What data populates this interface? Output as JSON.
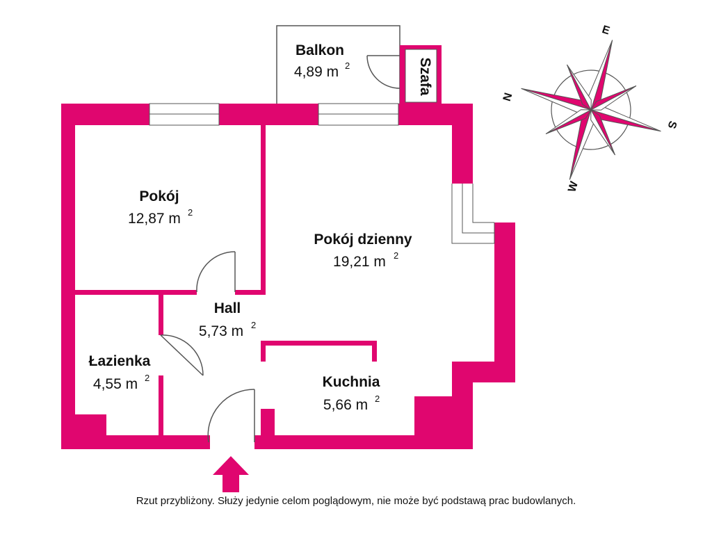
{
  "colors": {
    "wall": "#e0066f",
    "line": "#555555",
    "background": "#ffffff"
  },
  "rooms": [
    {
      "name": "Balkon",
      "area": "4,89 m",
      "unit_sup": "2"
    },
    {
      "name": "Szafa"
    },
    {
      "name": "Pokój",
      "area": "12,87 m",
      "unit_sup": "2"
    },
    {
      "name": "Pokój dzienny",
      "area": "19,21 m",
      "unit_sup": "2"
    },
    {
      "name": "Hall",
      "area": "5,73 m",
      "unit_sup": "2"
    },
    {
      "name": "Łazienka",
      "area": "4,55 m",
      "unit_sup": "2"
    },
    {
      "name": "Kuchnia",
      "area": "5,66 m",
      "unit_sup": "2"
    }
  ],
  "compass": {
    "north": "N",
    "east": "E",
    "south": "S",
    "west": "W"
  },
  "entrance_icon": "entrance-arrow-icon",
  "disclaimer": "Rzut przybliżony. Służy jedynie celom poglądowym, nie może być podstawą prac budowlanych."
}
